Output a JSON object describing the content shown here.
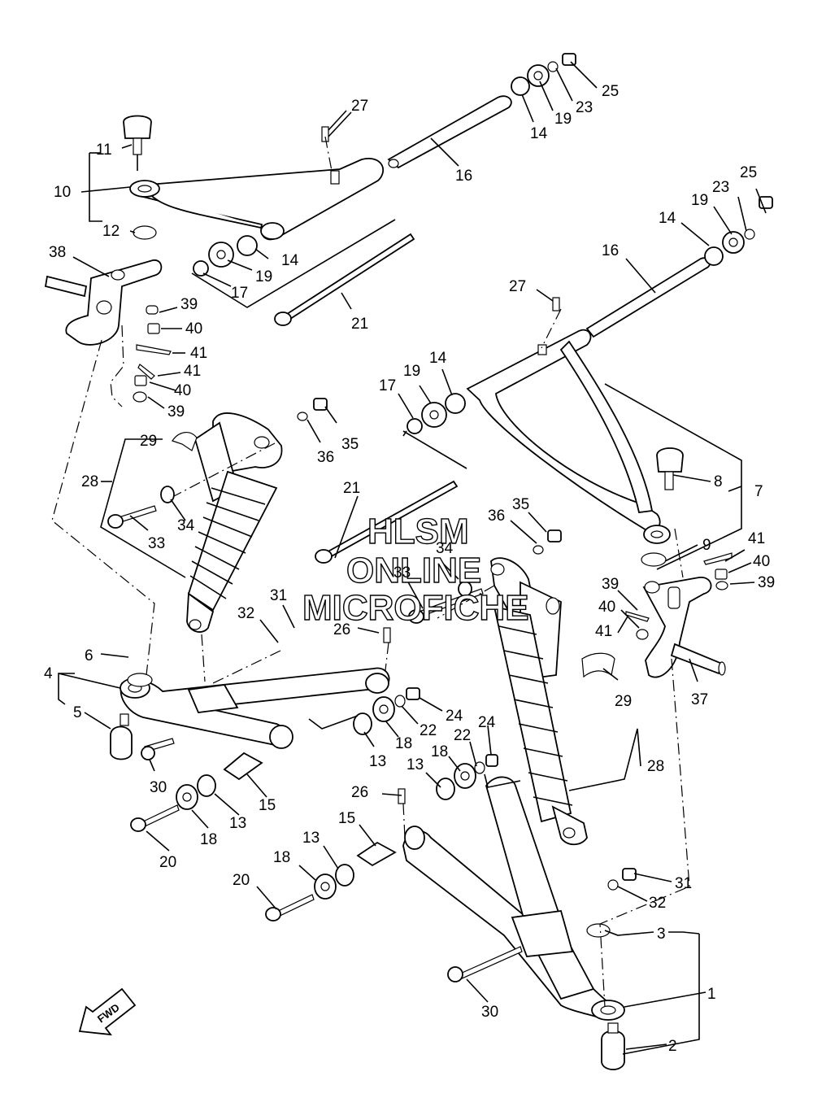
{
  "watermark": {
    "line1": "HLSM",
    "line2": "ONLINE",
    "line3": "MICROFICHE"
  },
  "direction_arrow": {
    "label": "FWD"
  },
  "callouts": [
    "27",
    "25",
    "23",
    "19",
    "14",
    "16",
    "11",
    "10",
    "12",
    "14",
    "19",
    "17",
    "21",
    "25",
    "23",
    "19",
    "14",
    "16",
    "38",
    "27",
    "39",
    "40",
    "41",
    "41",
    "40",
    "39",
    "14",
    "19",
    "17",
    "36",
    "35",
    "29",
    "28",
    "33",
    "34",
    "21",
    "35",
    "36",
    "8",
    "7",
    "9",
    "41",
    "40",
    "39",
    "34",
    "33",
    "39",
    "40",
    "41",
    "31",
    "32",
    "26",
    "6",
    "4",
    "5",
    "30",
    "13",
    "18",
    "22",
    "24",
    "29",
    "28",
    "24",
    "22",
    "18",
    "13",
    "37",
    "13",
    "15",
    "18",
    "20",
    "26",
    "15",
    "13",
    "18",
    "20",
    "31",
    "32",
    "3",
    "30",
    "1",
    "2"
  ]
}
